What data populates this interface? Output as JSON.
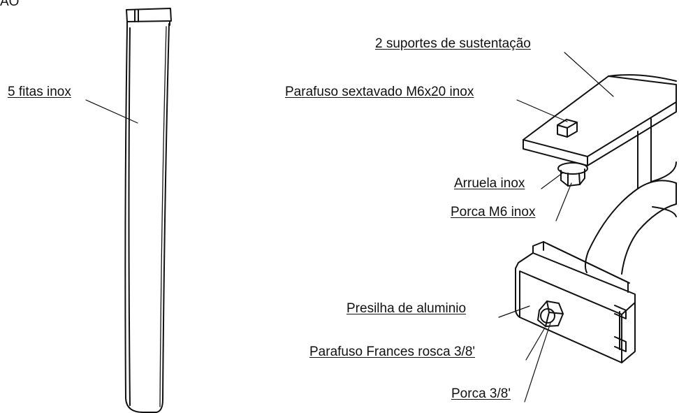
{
  "corner_text": "AO",
  "labels": {
    "fitas": "5 fitas inox",
    "suportes": "2 suportes de sustentação",
    "parafuso_sextavado": "Parafuso sextavado M6x20 inox",
    "arruela": "Arruela inox",
    "porca_m6": "Porca M6 inox",
    "presilha": "Presilha de aluminio",
    "parafuso_frances": "Parafuso Frances rosca 3/8'",
    "porca_38": "Porca 3/8'"
  }
}
